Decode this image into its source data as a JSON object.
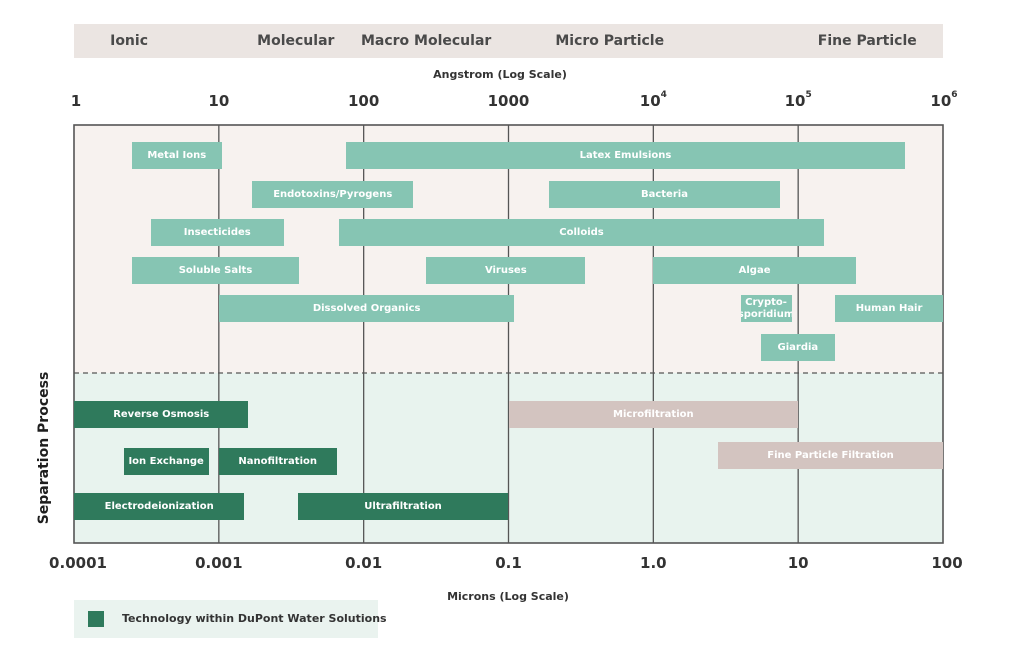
{
  "chart_data": {
    "type": "range-bar",
    "categories_header": [
      "Ionic",
      "Molecular",
      "Macro Molecular",
      "Micro Particle",
      "Fine Particle"
    ],
    "top_axis": {
      "label": "Angstrom (Log Scale)",
      "scale": "log",
      "range": [
        1,
        1000000
      ],
      "ticks": [
        {
          "value": 1,
          "base": "1",
          "exp": ""
        },
        {
          "value": 10,
          "base": "10",
          "exp": ""
        },
        {
          "value": 100,
          "base": "100",
          "exp": ""
        },
        {
          "value": 1000,
          "base": "1000",
          "exp": ""
        },
        {
          "value": 10000,
          "base": "10",
          "exp": "4"
        },
        {
          "value": 100000,
          "base": "10",
          "exp": "5"
        },
        {
          "value": 1000000,
          "base": "10",
          "exp": "6"
        }
      ]
    },
    "bottom_axis": {
      "label": "Microns (Log Scale)",
      "scale": "log",
      "range": [
        0.0001,
        100
      ],
      "ticks": [
        {
          "value": 0.0001,
          "label": "0.0001"
        },
        {
          "value": 0.001,
          "label": "0.001"
        },
        {
          "value": 0.01,
          "label": "0.01"
        },
        {
          "value": 0.1,
          "label": "0.1"
        },
        {
          "value": 1,
          "label": "1.0"
        },
        {
          "value": 10,
          "label": "10"
        },
        {
          "value": 100,
          "label": "100"
        }
      ]
    },
    "ylabel": "Separation Process",
    "grid": "vertical at each decade",
    "particles": [
      {
        "name": "Metal Ions",
        "min": 0.00025,
        "max": 0.00105,
        "row": 0
      },
      {
        "name": "Latex Emulsions",
        "min": 0.0075,
        "max": 55,
        "row": 0
      },
      {
        "name": "Endotoxins/Pyrogens",
        "min": 0.0017,
        "max": 0.022,
        "row": 1
      },
      {
        "name": "Bacteria",
        "min": 0.19,
        "max": 7.5,
        "row": 1
      },
      {
        "name": "Insecticides",
        "min": 0.00034,
        "max": 0.0028,
        "row": 2
      },
      {
        "name": "Colloids",
        "min": 0.0068,
        "max": 15,
        "row": 2
      },
      {
        "name": "Soluble Salts",
        "min": 0.00025,
        "max": 0.0036,
        "row": 3
      },
      {
        "name": "Viruses",
        "min": 0.027,
        "max": 0.34,
        "row": 3
      },
      {
        "name": "Algae",
        "min": 1.0,
        "max": 25,
        "row": 3
      },
      {
        "name": "Dissolved Organics",
        "min": 0.001,
        "max": 0.11,
        "row": 4
      },
      {
        "name": "Crypto-sporidium",
        "lines": [
          "Crypto-",
          "sporidium"
        ],
        "min": 4.0,
        "max": 9.0,
        "row": 4
      },
      {
        "name": "Human Hair",
        "min": 18,
        "max": 100,
        "row": 4
      },
      {
        "name": "Giardia",
        "min": 5.5,
        "max": 18,
        "row": 5
      }
    ],
    "processes": [
      {
        "name": "Reverse Osmosis",
        "min": 0.0001,
        "max": 0.0016,
        "row": 0,
        "dupont": true
      },
      {
        "name": "Microfiltration",
        "min": 0.1,
        "max": 10,
        "row": 0,
        "dupont": false
      },
      {
        "name": "Ion Exchange",
        "min": 0.00022,
        "max": 0.00085,
        "row": 1,
        "dupont": true
      },
      {
        "name": "Nanofiltration",
        "min": 0.001,
        "max": 0.0065,
        "row": 1,
        "dupont": true
      },
      {
        "name": "Fine Particle Filtration",
        "min": 2.8,
        "max": 100,
        "row": 1,
        "dupont": false
      },
      {
        "name": "Electrodeionization",
        "min": 0.0001,
        "max": 0.0015,
        "row": 2,
        "dupont": true
      },
      {
        "name": "Ultrafiltration",
        "min": 0.0035,
        "max": 0.1,
        "row": 2,
        "dupont": true
      }
    ],
    "legend": {
      "label": "Technology within DuPont Water Solutions",
      "placement": "bottom-left"
    }
  },
  "colors": {
    "particle_bar": "#86c5b3",
    "dupont_bar": "#2f7a5c",
    "other_process_bar": "#d3c4c0",
    "top_panel_bg": "#f7f2ef",
    "bottom_panel_bg": "#e8f3ee",
    "header_band": "#ebe5e2",
    "grid": "#555555"
  }
}
